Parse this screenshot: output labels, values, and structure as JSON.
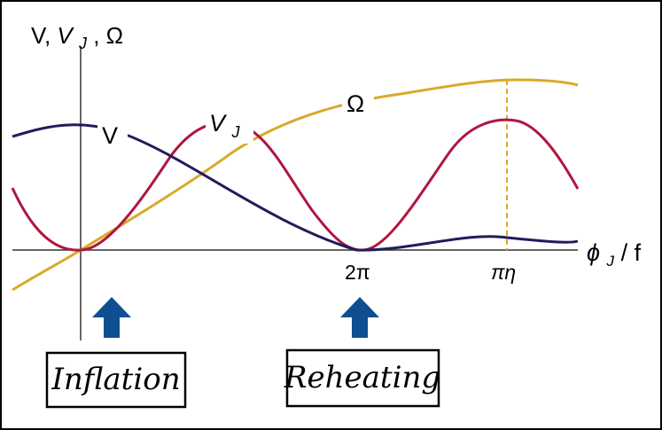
{
  "axes": {
    "y_label": "V, V_J, Ω",
    "x_label": "ϕ_J / f",
    "tick_2pi": "2π",
    "tick_pieta": "πη"
  },
  "curves": {
    "v_label": "V",
    "vj_label": "V_J",
    "omega_label": "Ω"
  },
  "annotations": {
    "inflation": "Inflation",
    "reheating": "Reheating"
  },
  "colors": {
    "v_curve": "#1f1d5b",
    "vj_curve": "#b0163f",
    "omega_curve": "#d8aa2a",
    "arrow": "#0f4f91"
  }
}
